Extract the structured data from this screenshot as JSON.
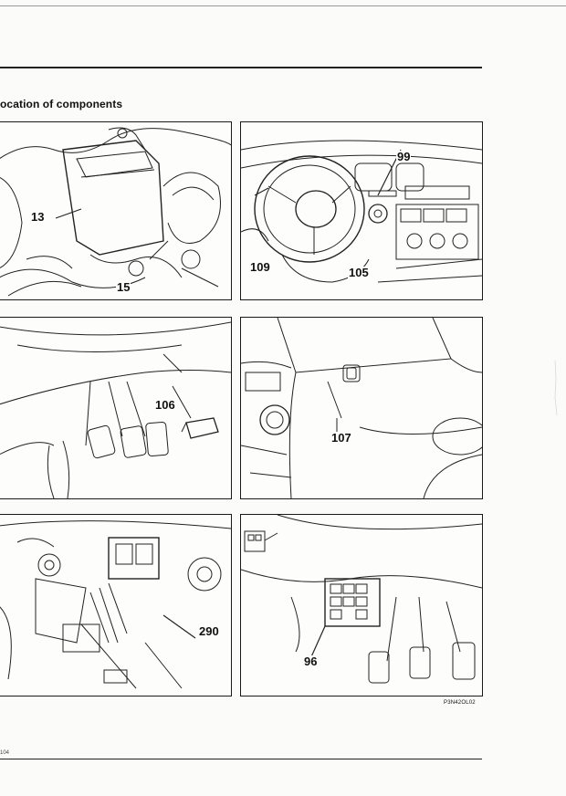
{
  "header": {
    "title": "ocation of components"
  },
  "panels": [
    {
      "id": "engine-bay-fuse-box",
      "callouts": [
        "13",
        "15"
      ]
    },
    {
      "id": "dashboard-steering",
      "callouts": [
        "99",
        "109",
        "105"
      ]
    },
    {
      "id": "footwell-pedals",
      "callouts": [
        "106"
      ]
    },
    {
      "id": "glovebox-dash",
      "callouts": [
        "107"
      ]
    },
    {
      "id": "engine-bay-relays",
      "callouts": [
        "290"
      ]
    },
    {
      "id": "under-dash-fuse-box",
      "callouts": [
        "96"
      ]
    }
  ],
  "footer": {
    "reference": "P3N42OL02",
    "page_number": "104"
  }
}
